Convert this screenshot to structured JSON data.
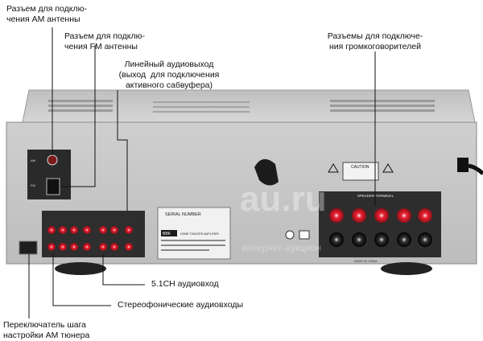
{
  "labels": {
    "am_antenna": "Разъем для подклю-\nчения AM антенны",
    "fm_antenna": "Разъем для подклю-\nчения FM антенны",
    "line_out": "Линейный аудиовыход\n(выход  для подключения\nактивного сабвуфера)",
    "speakers": "Разъемы для подключе-\nния громкоговорителей",
    "input_51": "5.1CH аудиовход",
    "stereo_inputs": "Стереофонические аудиовходы",
    "am_step": "Переключатель шага\nнастройки AM тюнера"
  },
  "panel": {
    "serial_number": "SERIAL NUMBER",
    "brand_badge": "BBK",
    "model_title": "HOME THEATER AMPLIFIER",
    "caution": "CAUTION",
    "speaker_terminal": "SPEAKER TERMINAL",
    "made_in": "MADE IN CHINA",
    "watermark": "au.ru",
    "watermark_sub": "интернет-аукцион"
  },
  "colors": {
    "callout_line": "#111111",
    "panel_face": "#c9c9c9",
    "jack_red": "#d11a2a",
    "terminal_black": "#1a1a1a"
  }
}
